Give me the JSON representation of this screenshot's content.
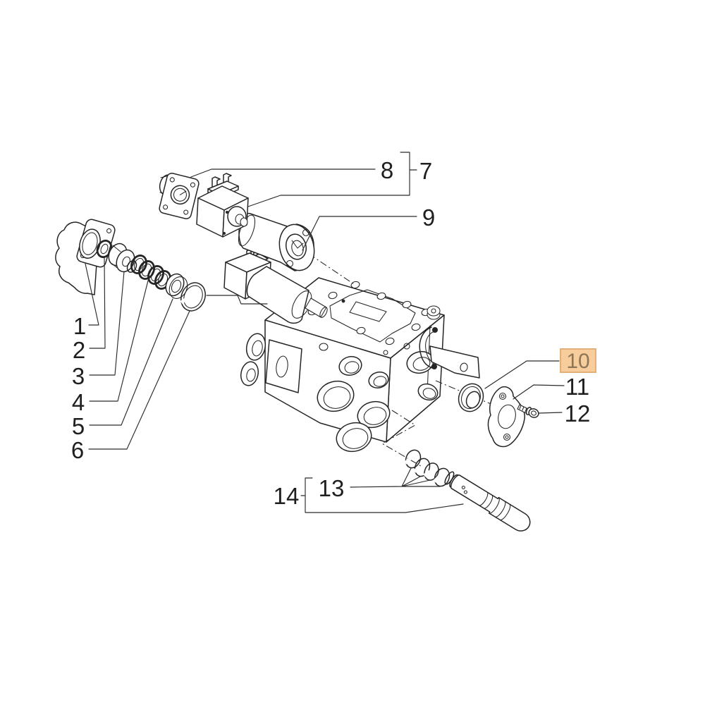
{
  "diagram": {
    "type": "exploded-parts-diagram",
    "background": "#ffffff",
    "line_color": "#252525",
    "callouts": [
      {
        "label": "1",
        "highlighted": false
      },
      {
        "label": "2",
        "highlighted": false
      },
      {
        "label": "3",
        "highlighted": false
      },
      {
        "label": "4",
        "highlighted": false
      },
      {
        "label": "5",
        "highlighted": false
      },
      {
        "label": "6",
        "highlighted": false
      },
      {
        "label": "7",
        "highlighted": false
      },
      {
        "label": "8",
        "highlighted": false
      },
      {
        "label": "9",
        "highlighted": false
      },
      {
        "label": "10",
        "highlighted": true
      },
      {
        "label": "11",
        "highlighted": false
      },
      {
        "label": "12",
        "highlighted": false
      },
      {
        "label": "13",
        "highlighted": false
      },
      {
        "label": "14",
        "highlighted": false
      }
    ],
    "highlight": {
      "fill": "#f8cd9c",
      "border": "#e3b07a",
      "text": "#8d7657"
    }
  }
}
